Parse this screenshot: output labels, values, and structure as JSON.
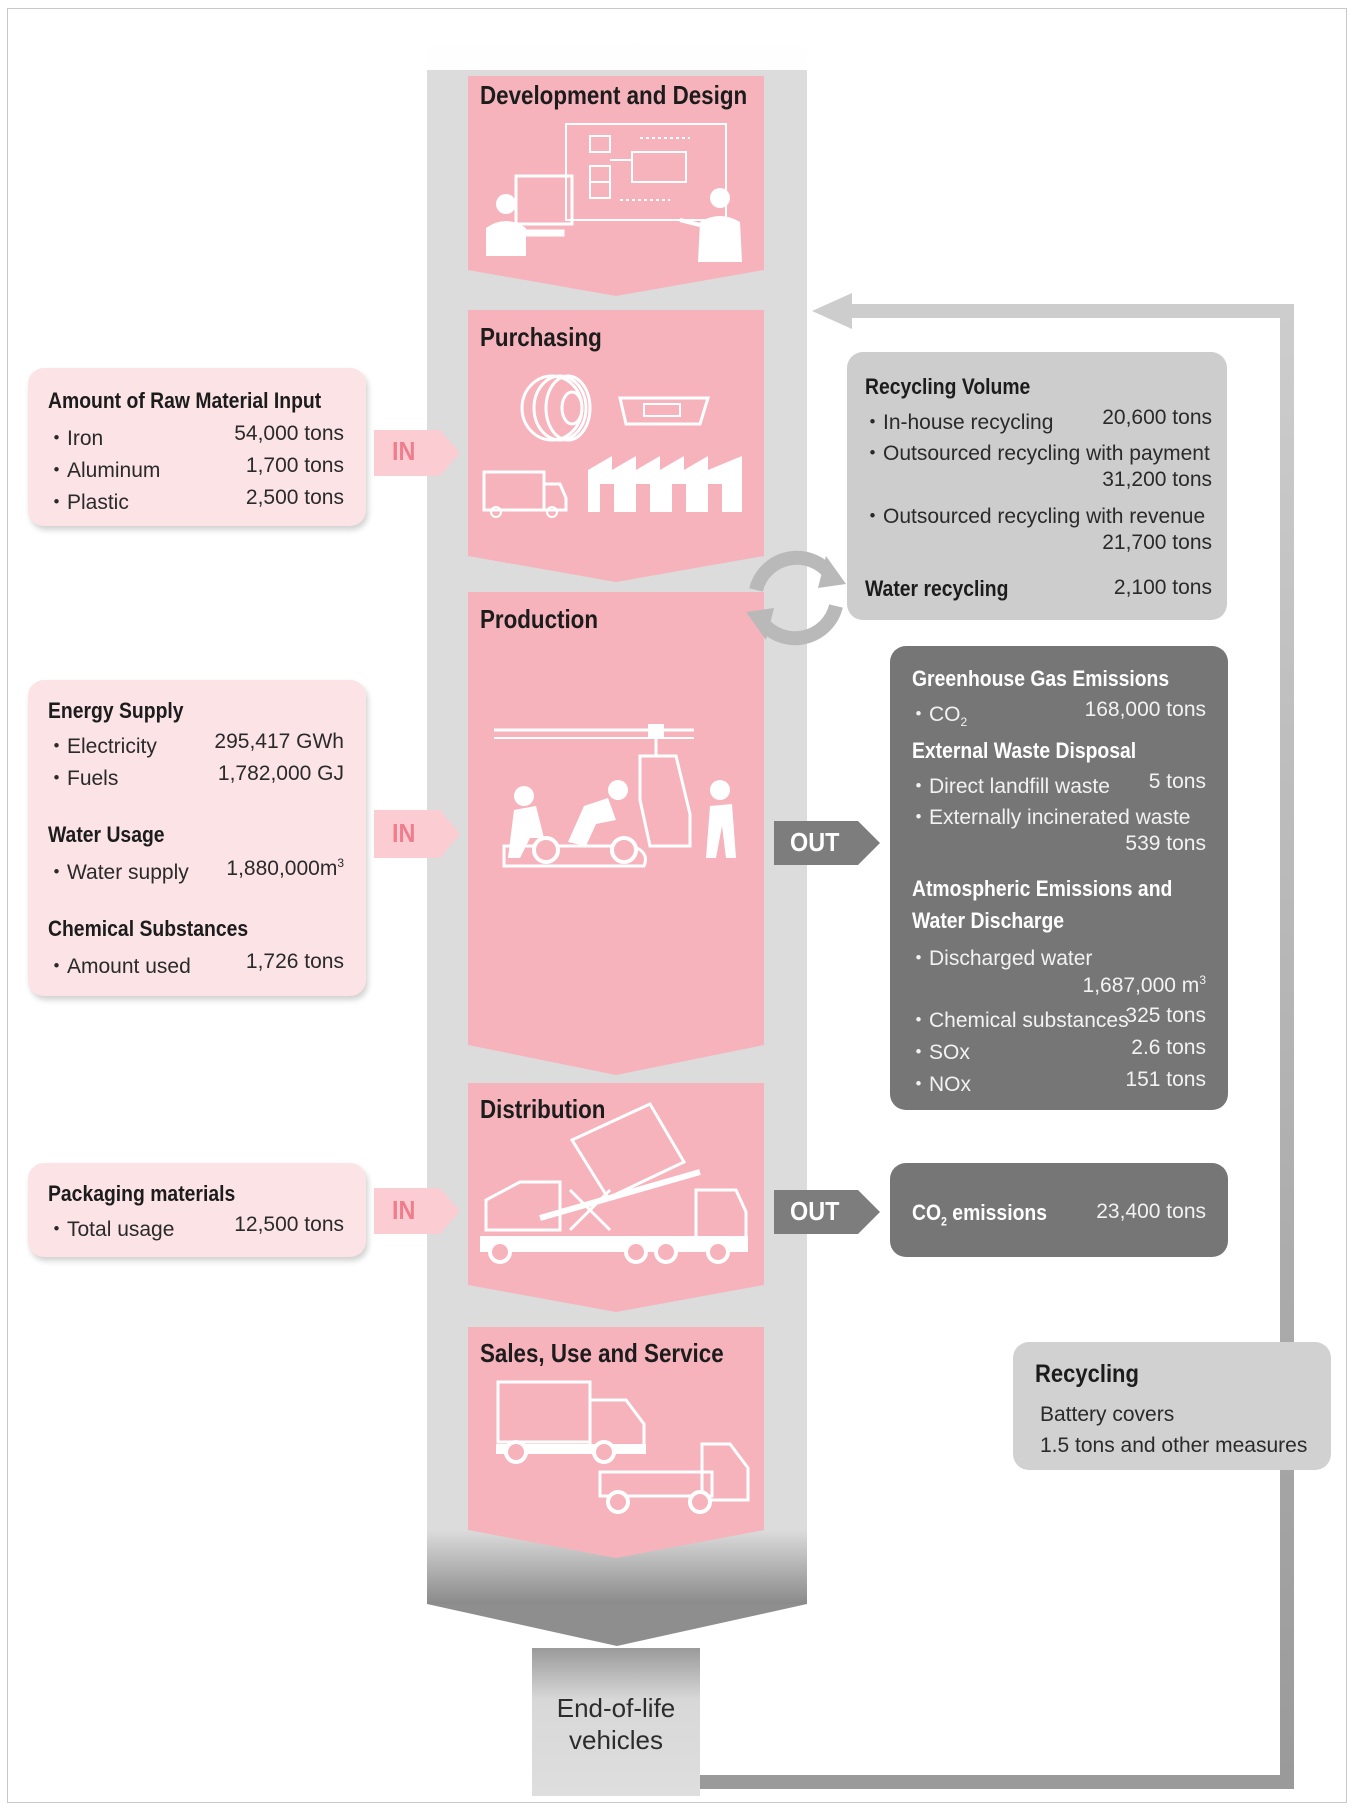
{
  "stages": {
    "development": "Development and Design",
    "purchasing": "Purchasing",
    "production": "Production",
    "distribution": "Distribution",
    "sales": "Sales, Use and Service",
    "end_of_life_line1": "End-of-life",
    "end_of_life_line2": "vehicles"
  },
  "tags": {
    "in": "IN",
    "out": "OUT"
  },
  "raw_material": {
    "title": "Amount of Raw Material Input",
    "items": [
      {
        "label": "・Iron",
        "value": "54,000 tons"
      },
      {
        "label": "・Aluminum",
        "value": "1,700 tons"
      },
      {
        "label": "・Plastic",
        "value": "2,500 tons"
      }
    ]
  },
  "production_inputs": {
    "energy_title": "Energy Supply",
    "energy_items": [
      {
        "label": "・Electricity",
        "value": "295,417 GWh"
      },
      {
        "label": "・Fuels",
        "value": "1,782,000 GJ"
      }
    ],
    "water_title": "Water Usage",
    "water_label": "・Water supply",
    "water_value": "1,880,000m",
    "water_unit_sup": "3",
    "chem_title": "Chemical Substances",
    "chem_label": "・Amount used",
    "chem_value": "1,726 tons"
  },
  "packaging": {
    "title": "Packaging materials",
    "label": "・Total usage",
    "value": "12,500 tons"
  },
  "recycling_volume": {
    "title": "Recycling Volume",
    "inhouse_label": "・In-house recycling",
    "inhouse_value": "20,600 tons",
    "outsourced_payment_label": "・Outsourced recycling with payment",
    "outsourced_payment_value": "31,200 tons",
    "outsourced_revenue_label": "・Outsourced recycling with revenue",
    "outsourced_revenue_value": "21,700 tons",
    "water_label": "Water recycling",
    "water_value": "2,100 tons"
  },
  "production_outputs": {
    "ghg_title": "Greenhouse Gas Emissions",
    "co2_label": "・CO",
    "co2_sub": "2",
    "co2_value": "168,000 tons",
    "waste_title": "External Waste Disposal",
    "landfill_label": "・Direct landfill waste",
    "landfill_value": "5 tons",
    "incinerated_label": "・Externally incinerated waste",
    "incinerated_value": "539 tons",
    "atmo_title_1": "Atmospheric Emissions and",
    "atmo_title_2": "Water Discharge",
    "discharged_label": "・Discharged water",
    "discharged_value": "1,687,000 m",
    "discharged_sup": "3",
    "chem_label": "・Chemical substances",
    "chem_value": "325 tons",
    "sox_label": "・SOx",
    "sox_value": "2.6 tons",
    "nox_label": "・NOx",
    "nox_value": "151 tons"
  },
  "distribution_output": {
    "label": "CO",
    "sub": "2",
    "label_tail": " emissions",
    "value": "23,400 tons"
  },
  "recycling_note": {
    "title": "Recycling",
    "line1": "Battery covers",
    "line2": "1.5 tons and other measures"
  },
  "colors": {
    "pink": "#f6b3bc",
    "pink_light": "#fbe3e6",
    "column_grey": "#dcdcdc",
    "dark_grey": "#767676",
    "mid_grey": "#cfcfcf",
    "in_arrow": "#fbcdd3"
  }
}
